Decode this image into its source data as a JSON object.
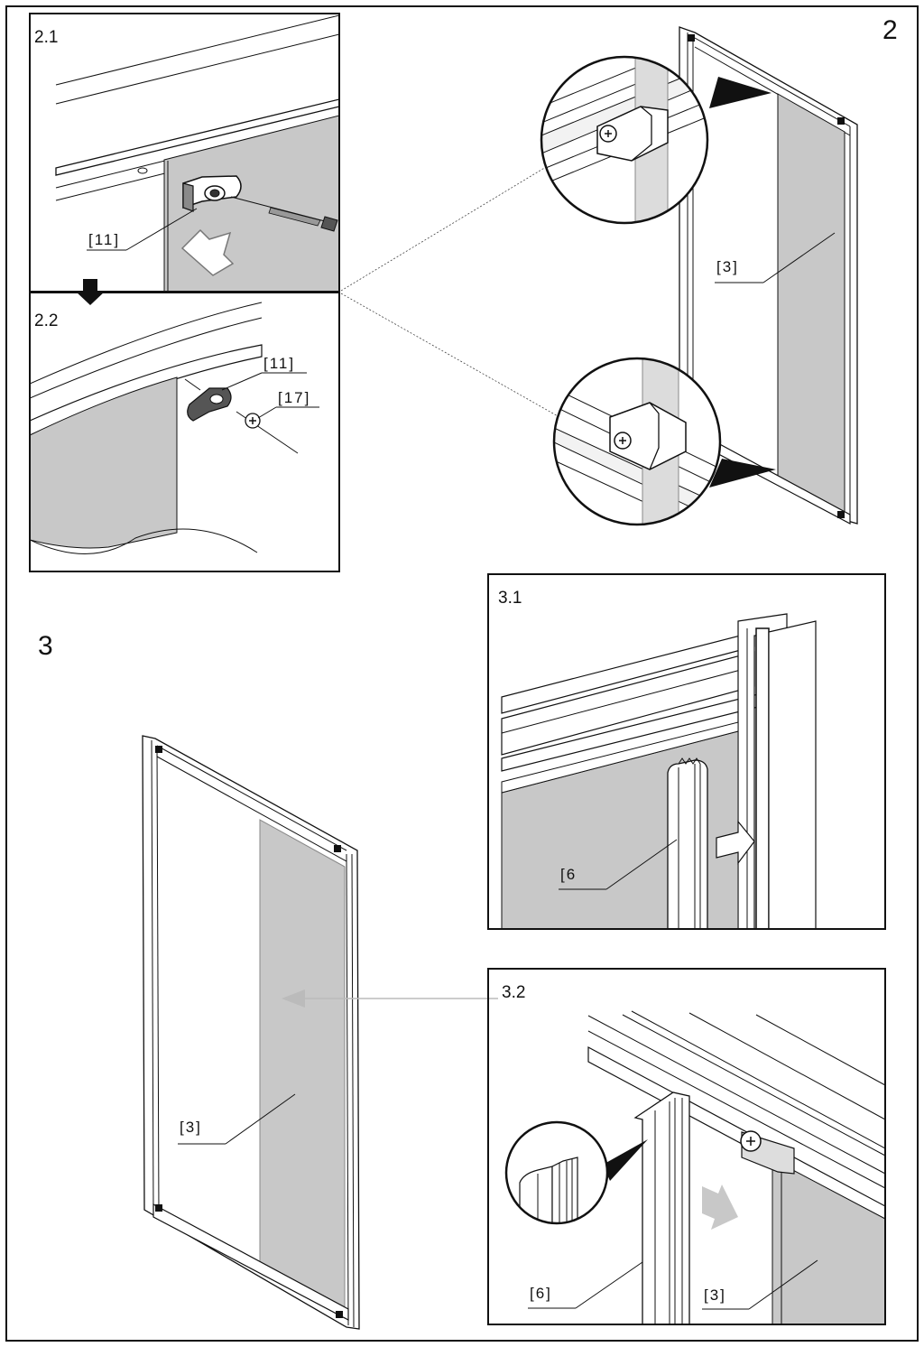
{
  "steps": {
    "main_2": "2",
    "main_3": "3",
    "s2_1": "2.1",
    "s2_2": "2.2",
    "s3_1": "3.1",
    "s3_2": "3.2"
  },
  "parts": {
    "p11_a": "[11]",
    "p11_b": "[11]",
    "p17": "[17]",
    "p3_top": "[3]",
    "p3_bottom": "[3]",
    "p6_a": "[6",
    "p6_b": "[6]",
    "p3_detail": "[3]"
  },
  "colors": {
    "line": "#111111",
    "glass": "#c8c8c8",
    "glass_light": "#dcdcdc",
    "frame": "#ffffff"
  }
}
